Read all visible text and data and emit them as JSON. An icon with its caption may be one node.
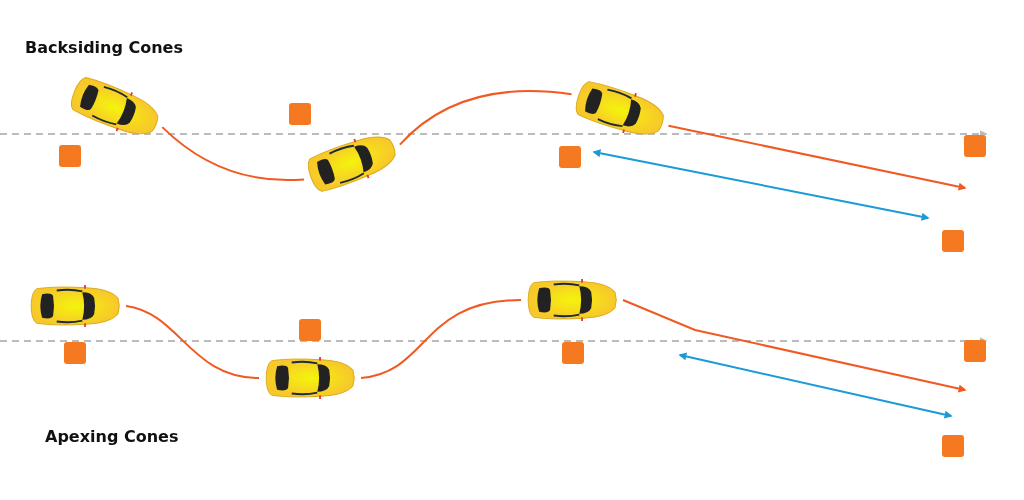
{
  "diagram": {
    "nodes": [
      {
        "text": [],
        "shape": "car"
      },
      {
        "text": [],
        "shape": "car"
      },
      {
        "text": [],
        "shape": "car"
      },
      {
        "text": [],
        "shape": "car"
      },
      {
        "text": [],
        "shape": "car"
      },
      {
        "text": [],
        "shape": "car"
      }
    ],
    "edges": [
      {
        "from": 0,
        "to": 1,
        "arrow": "none"
      },
      {
        "from": 1,
        "to": 2,
        "arrow": "none"
      },
      {
        "from": 2,
        "to": null,
        "arrow": "to"
      },
      {
        "from": 3,
        "to": 4,
        "arrow": "none"
      },
      {
        "from": 4,
        "to": 5,
        "arrow": "none"
      },
      {
        "from": 5,
        "to": null,
        "arrow": "to"
      }
    ],
    "labels": [
      "Backsiding Cones",
      "Apexing Cones"
    ]
  }
}
